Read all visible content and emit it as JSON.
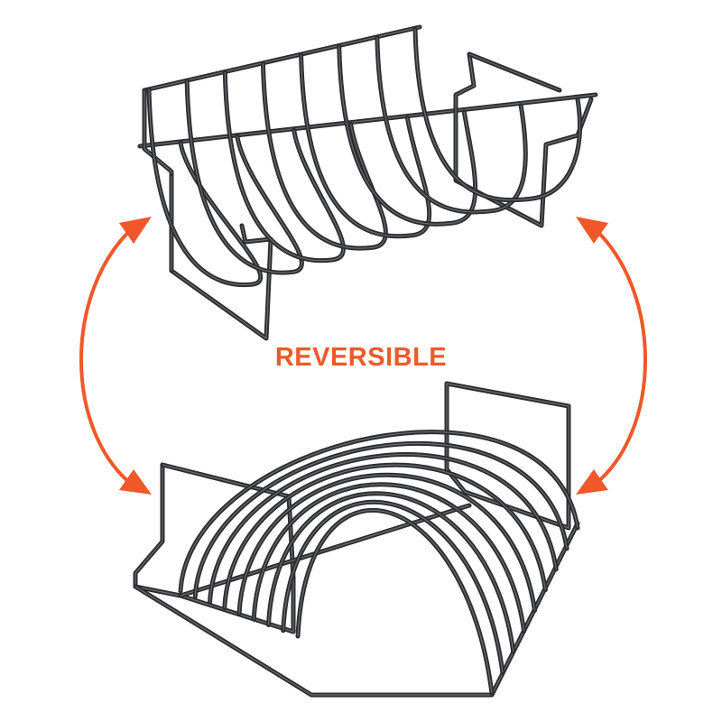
{
  "caption": "REVERSIBLE",
  "colors": {
    "accent": "#f0582a",
    "wire": "#2b2d30",
    "wire_highlight": "#6a6d72",
    "background": "#ffffff"
  },
  "icons": [
    "top-rack-image",
    "bottom-rack-image",
    "left-double-arrow-icon",
    "right-double-arrow-icon"
  ]
}
